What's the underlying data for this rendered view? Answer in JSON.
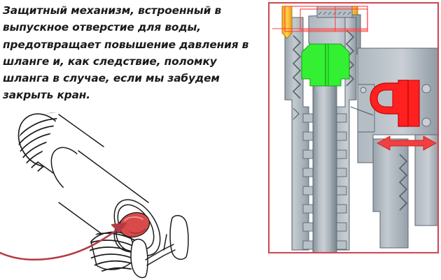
{
  "caption": {
    "text": "Защитный механизм, встроенный в выпускное отверстие для воды, предотвращает повышение давления в шланге и, как следствие, поломку шланга в случае, если мы забудем закрыть кран.",
    "lines": [
      "Защитный механизм, встроенный в",
      "выпускное отверстие для воды,",
      "предотвращает повышение давления в",
      "шланге и, как следствие, поломку",
      "шланга в случае, если мы забудем",
      "закрыть кран."
    ]
  },
  "illustration": {
    "title": "shower-hose-connector-line-drawing",
    "parts": [
      {
        "name": "upper-threaded-end",
        "label": ""
      },
      {
        "name": "connector-body",
        "label": ""
      },
      {
        "name": "lower-threaded-end",
        "label": ""
      },
      {
        "name": "retaining-clip",
        "label": ""
      },
      {
        "name": "relief-valve-button",
        "label": ""
      }
    ],
    "callout_arrow": {
      "name": "valve-callout-arrow",
      "points_to": "relief-valve-button"
    }
  },
  "cad_panel": {
    "title": "valve-cross-section",
    "components": [
      {
        "name": "orange-retainer",
        "label": ""
      },
      {
        "name": "green-seal",
        "label": ""
      },
      {
        "name": "red-valve-lip",
        "label": ""
      },
      {
        "name": "gray-housing",
        "label": ""
      },
      {
        "name": "water-channel",
        "label": ""
      }
    ],
    "motion_arrow": {
      "name": "travel-direction-arrow",
      "label": ""
    },
    "selection_boxes": 3
  },
  "colors": {
    "background": "#ffffff",
    "text": "#1a1a1a",
    "panel_border": "#cf4a52",
    "callout_arrow": "#b53a46",
    "valve_button": "#d94a4a",
    "cad_red": "#ff2020",
    "cad_green": "#33f033",
    "cad_orange": "#f5b431",
    "cad_gray_light": "#cdd3d8",
    "cad_gray_mid": "#a9b2ba",
    "cad_gray_dark": "#7b858e",
    "line_art": "#1c1c1c"
  }
}
